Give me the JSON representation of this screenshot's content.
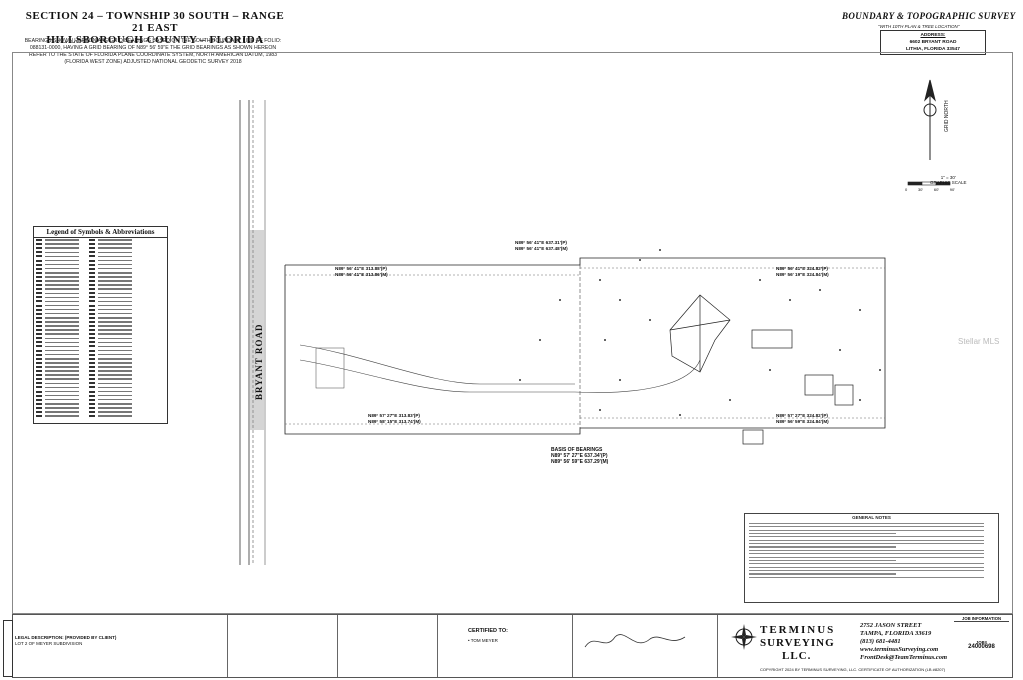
{
  "header": {
    "section_line": "SECTION 24 – TOWNSHIP 30 SOUTH – RANGE 21 EAST",
    "county_line": "HILLSBOROUGH COUNTY – FLORIDA",
    "bearing_note": "BEARINGS SHOWN HEREON ARE GRID BEARINGS BASED ON THE SOUTH BOUNDARY LINE OF FOLIO: 088131-0000, HAVING A GRID BEARING OF N89° 56' 59\"E THE GRID BEARINGS AS SHOWN HEREON REFER TO THE STATE OF FLORIDA PLANE COORDINATE SYSTEM, NORTH AMERICAN DATUM, 1983 (FLORIDA WEST ZONE) ADJUSTED NATIONAL GEODETIC SURVEY 2018",
    "survey_title": "BOUNDARY & TOPOGRAPHIC SURVEY",
    "survey_subtitle": "\"WITH 10TH PLAN & TREE LOCATION\"",
    "address_label": "ADDRESS:",
    "address_line1": "6602 BRYANT ROAD",
    "address_line2": "LITHIA, FLORIDA 33547"
  },
  "map": {
    "road_name": "BRYANT ROAD",
    "north_label": "GRID NORTH",
    "scale_label": "1\" = 30'",
    "scale_sub": "GRAPHIC SCALE",
    "scale_ticks": [
      "0",
      "30'",
      "60'",
      "90'"
    ],
    "bearings": {
      "top_left_plat": "N89° 56' 41\"E 313.88'(P)",
      "top_left_meas": "N89° 56' 41\"E 313.86'(M)",
      "top_mid_plat": "N89° 56' 41\"E 637.31'(P)",
      "top_mid_meas": "N89° 56' 41\"E 637.48'(M)",
      "top_right_plat": "N89° 56' 41\"E 324.82'(P)",
      "top_right_meas": "N89° 56' 19\"E 324.84'(M)",
      "bottom_left_plat": "N89° 57' 27\"E 313.83'(P)",
      "bottom_left_meas": "N89° 58' 15\"E 313.74'(M)",
      "bottom_right_plat": "N89° 57' 27\"E 324.82'(P)",
      "bottom_right_meas": "N89° 56' 59\"E 324.84'(M)",
      "basis_title": "BASIS OF BEARINGS",
      "basis_plat": "N89° 57' 27\"E 637.34'(P)",
      "basis_meas": "N89° 56' 59\"E 637.29'(M)"
    }
  },
  "legend": {
    "title": "Legend of Symbols & Abbreviations"
  },
  "notes": {
    "title": "GENERAL NOTES"
  },
  "footer": {
    "legal_title": "LEGAL DESCRIPTION: (PROVIDED BY CLIENT)",
    "legal_line": "LOT 2 OF MEYER SUBDIVISION",
    "certified_to": "CERTIFIED TO:",
    "certified_name": "• TOM MEYER",
    "company_name_1": "TERMINUS",
    "company_name_2": "SURVEYING",
    "company_name_3": "LLC.",
    "street": "2752 JASON STREET",
    "city": "TAMPA, FLORIDA 33619",
    "phone": "(813) 681-4481",
    "web": "www.terminusSurveying.com",
    "email": "FrontDesk@TeamTerminus.com",
    "copyright": "COPYRIGHT 2024 BY TERMINUS SURVEYING, LLC. CERTIFICATE OF AUTHORIZATION (LB #8207)",
    "job_label": "JOB#",
    "job_number": "24000698",
    "job_info": "JOB INFORMATION"
  },
  "watermark": "Stellar MLS"
}
